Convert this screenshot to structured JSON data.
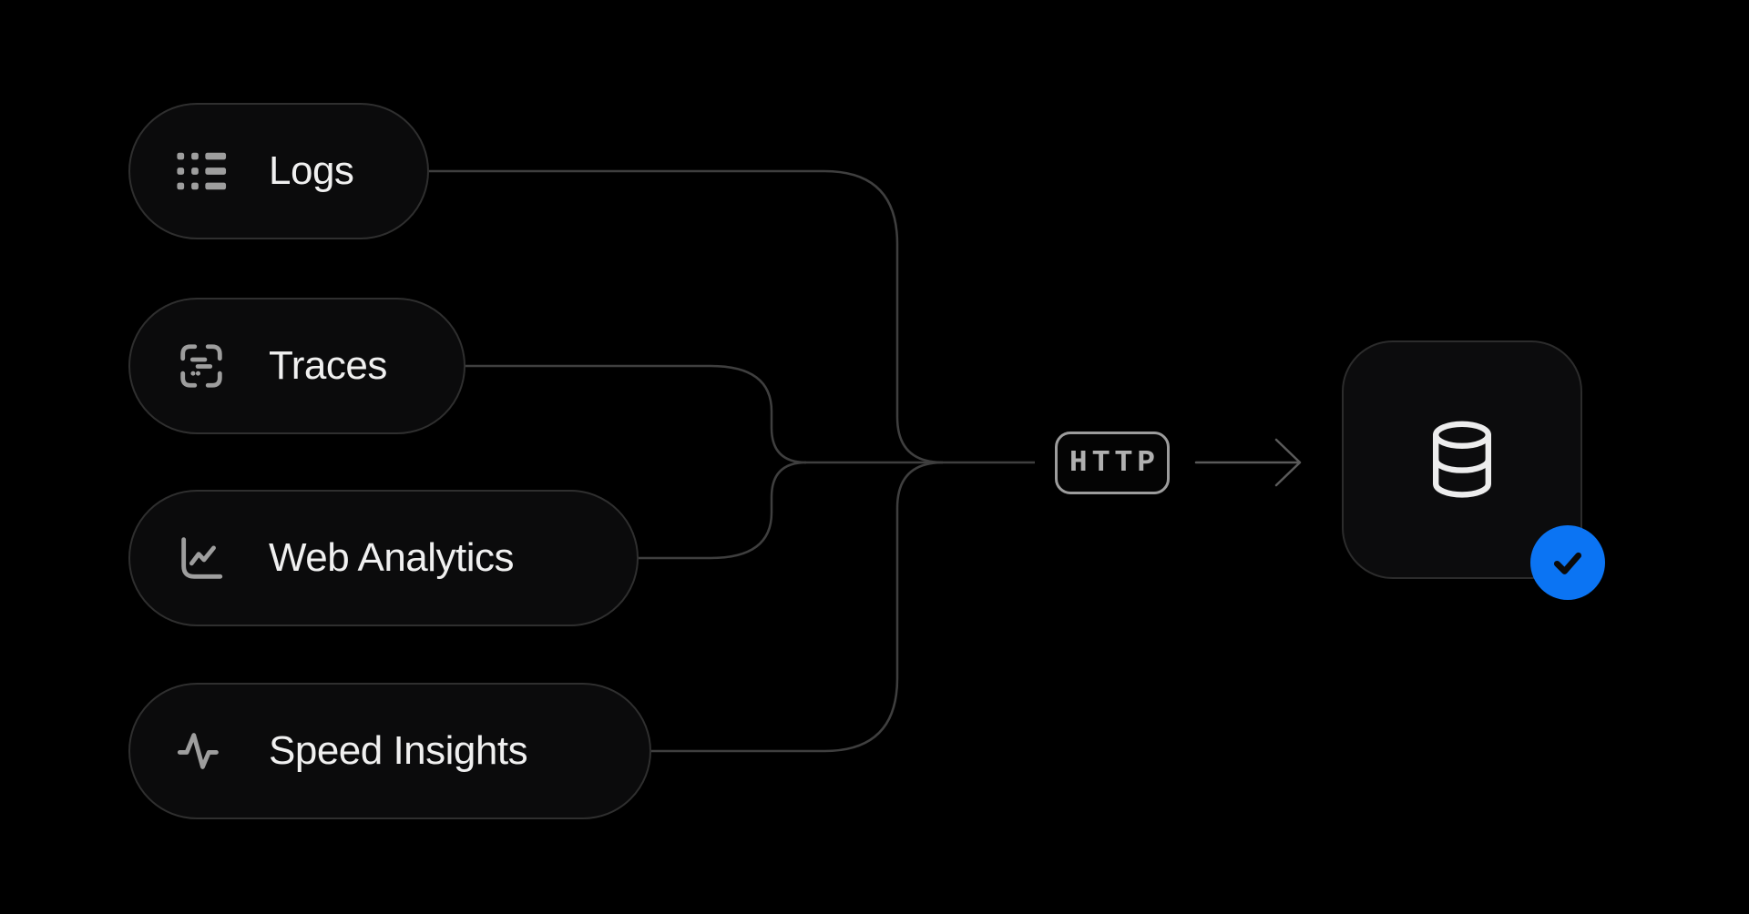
{
  "diagram": {
    "source_nodes": [
      {
        "label": "Logs",
        "icon": "logs-icon"
      },
      {
        "label": "Traces",
        "icon": "traces-icon"
      },
      {
        "label": "Web Analytics",
        "icon": "line-chart-icon"
      },
      {
        "label": "Speed Insights",
        "icon": "pulse-icon"
      }
    ],
    "protocol_badge": {
      "label": "HTTP"
    },
    "destination_node": {
      "icon": "database-icon",
      "status_icon": "check-icon"
    },
    "colors": {
      "background": "#000000",
      "node_bg": "#0b0b0c",
      "node_border": "#2f2f2f",
      "connector": "#3f3f3f",
      "arrow": "#5a5a5a",
      "text": "#f0f0f0",
      "icon": "#9e9e9e",
      "http": "#9c9c9c",
      "http_text": "#b0b0b0",
      "accent_blue": "#0b74f3",
      "check": "#0a0a0a",
      "db_icon": "#ededed"
    }
  }
}
